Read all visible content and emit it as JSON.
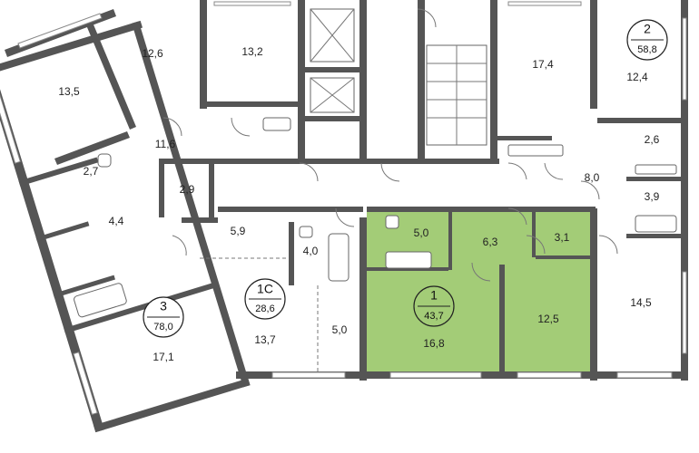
{
  "highlight_color": "#93c35f",
  "apartments": [
    {
      "number": "1",
      "area": "43,7"
    },
    {
      "number": "2",
      "area": "58,8"
    },
    {
      "number": "1С",
      "area": "28,6"
    },
    {
      "number": "3",
      "area": "78,0"
    }
  ],
  "rooms": {
    "r_12_6": "12,6",
    "r_13_2": "13,2",
    "r_13_5": "13,5",
    "r_11_6": "11,6",
    "r_2_7": "2,7",
    "r_2_9": "2,9",
    "r_4_4": "4,4",
    "r_5_9": "5,9",
    "r_4_0": "4,0",
    "r_5_0a": "5,0",
    "r_6_3": "6,3",
    "r_3_1": "3,1",
    "r_17_4": "17,4",
    "r_12_4": "12,4",
    "r_2_6": "2,6",
    "r_8_0": "8,0",
    "r_3_9": "3,9",
    "r_13_7": "13,7",
    "r_5_0b": "5,0",
    "r_16_8": "16,8",
    "r_12_5": "12,5",
    "r_14_5": "14,5",
    "r_17_1": "17,1"
  }
}
